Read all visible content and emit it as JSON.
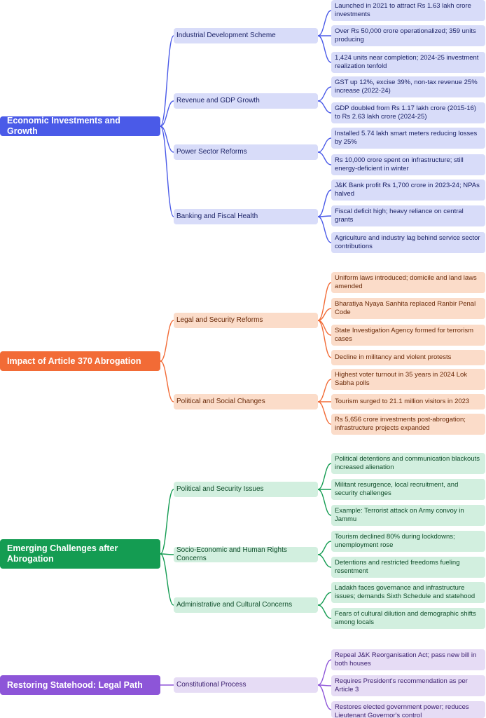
{
  "sections": [
    {
      "title": "Economic Investments and Growth",
      "color": "#4a5ae8",
      "branches": [
        {
          "label": "Industrial Development Scheme",
          "leaves": [
            "Launched in 2021 to attract Rs 1.63 lakh crore investments",
            "Over Rs 50,000 crore operationalized; 359 units producing",
            "1,424 units near completion; 2024-25 investment realization tenfold"
          ]
        },
        {
          "label": "Revenue and GDP Growth",
          "leaves": [
            "GST up 12%, excise 39%, non-tax revenue 25% increase (2022-24)",
            "GDP doubled from Rs 1.17 lakh crore (2015-16) to Rs 2.63 lakh crore (2024-25)"
          ]
        },
        {
          "label": "Power Sector Reforms",
          "leaves": [
            "Installed 5.74 lakh smart meters reducing losses by 25%",
            "Rs 10,000 crore spent on infrastructure; still energy-deficient in winter"
          ]
        },
        {
          "label": "Banking and Fiscal Health",
          "leaves": [
            "J&K Bank profit Rs 1,700 crore in 2023-24; NPAs halved",
            "Fiscal deficit high; heavy reliance on central grants",
            "Agriculture and industry lag behind service sector contributions"
          ]
        }
      ]
    },
    {
      "title": "Impact of Article 370 Abrogation",
      "color": "#f26b36",
      "branches": [
        {
          "label": "Legal and Security Reforms",
          "leaves": [
            "Uniform laws introduced; domicile and land laws amended",
            "Bharatiya Nyaya Sanhita replaced Ranbir Penal Code",
            "State Investigation Agency formed for terrorism cases",
            "Decline in militancy and violent protests"
          ]
        },
        {
          "label": "Political and Social Changes",
          "leaves": [
            "Highest voter turnout in 35 years in 2024 Lok Sabha polls",
            "Tourism surged to 21.1 million visitors in 2023",
            "Rs 5,656 crore investments post-abrogation; infrastructure projects expanded"
          ]
        }
      ]
    },
    {
      "title": "Emerging Challenges after Abrogation",
      "color": "#149c52",
      "branches": [
        {
          "label": "Political and Security Issues",
          "leaves": [
            "Political detentions and communication blackouts increased alienation",
            "Militant resurgence, local recruitment, and security challenges",
            "Example: Terrorist attack on Army convoy in Jammu"
          ]
        },
        {
          "label": "Socio-Economic and Human Rights Concerns",
          "leaves": [
            "Tourism declined 80% during lockdowns; unemployment rose",
            "Detentions and restricted freedoms fueling resentment"
          ]
        },
        {
          "label": "Administrative and Cultural Concerns",
          "leaves": [
            "Ladakh faces governance and infrastructure issues; demands Sixth Schedule and statehood",
            "Fears of cultural dilution and demographic shifts among locals"
          ]
        }
      ]
    },
    {
      "title": "Restoring Statehood: Legal Path",
      "color": "#8d55d8",
      "branches": [
        {
          "label": "Constitutional Process",
          "leaves": [
            "Repeal J&K Reorganisation Act; pass new bill in both houses",
            "Requires President's recommendation as per Article 3",
            "Restores elected government power; reduces Lieutenant Governor's control"
          ]
        }
      ]
    }
  ]
}
